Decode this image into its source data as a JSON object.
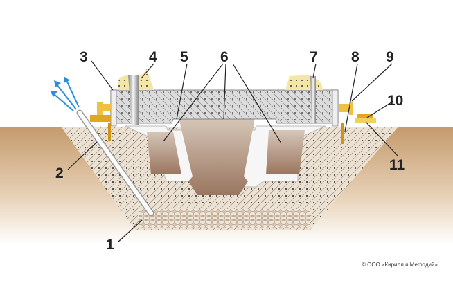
{
  "labels": [
    "1",
    "2",
    "3",
    "4",
    "5",
    "6",
    "7",
    "8",
    "9",
    "10",
    "11"
  ],
  "copyright": "© ООО «Кирилл и Мефодий»",
  "colors": {
    "soil": "#c9a27a",
    "fill": "#e8dccb",
    "slab": "#d8d8d8",
    "block": "#a88a78",
    "yellow": "#f2e4a0",
    "gold": "#e0a820",
    "arrow": "#2b8fd6"
  }
}
